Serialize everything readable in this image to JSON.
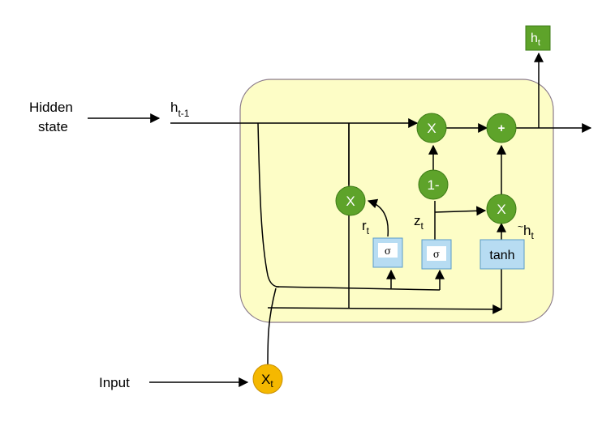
{
  "labels": {
    "hidden_state_line1": "Hidden",
    "hidden_state_line2": "state",
    "input": "Input",
    "h_prev_main": "h",
    "h_prev_sub": "t-1",
    "r_main": "r",
    "r_sub": "t",
    "z_main": "z",
    "z_sub": "t",
    "h_tilde_prefix": "~",
    "h_tilde_main": "h",
    "h_tilde_sub": "t"
  },
  "nodes": {
    "mult_top": "X",
    "add_top": "+",
    "one_minus": "1-",
    "mult_reset": "X",
    "mult_update": "X",
    "sigma_r": "σ",
    "sigma_z": "σ",
    "tanh": "tanh",
    "input_main": "X",
    "input_sub": "t",
    "output_main": "h",
    "output_sub": "t"
  },
  "colors": {
    "cell_fill": "#fdfdc6",
    "cell_stroke": "#8a7a8a",
    "op_fill": "#5ea32a",
    "op_stroke": "#3e7c17",
    "gate_fill": "#b7dcf2",
    "gate_stroke": "#5a9cc8",
    "input_fill": "#f5b800",
    "input_stroke": "#c98f00",
    "output_fill": "#5ea32a"
  }
}
